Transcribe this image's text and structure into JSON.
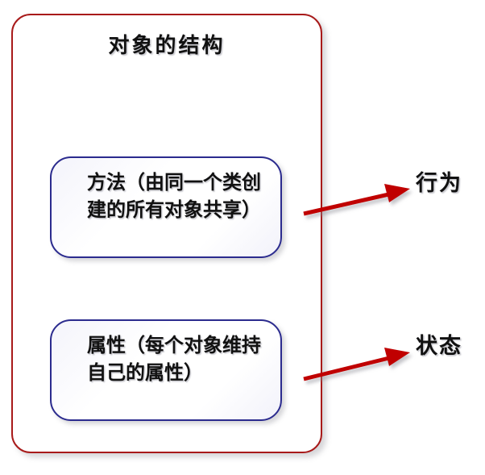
{
  "diagram": {
    "title": "对象的结构",
    "outer_border_color": "#A81A1A",
    "inner_border_color": "#2B2B8E",
    "arrow_color": "#C00000",
    "boxes": [
      {
        "id": "methods",
        "text": "方法（由同一个类创建的所有对象共享）",
        "side_label": "行为"
      },
      {
        "id": "attributes",
        "text": "属性（每个对象维持自己的属性）",
        "side_label": "状态"
      }
    ]
  }
}
